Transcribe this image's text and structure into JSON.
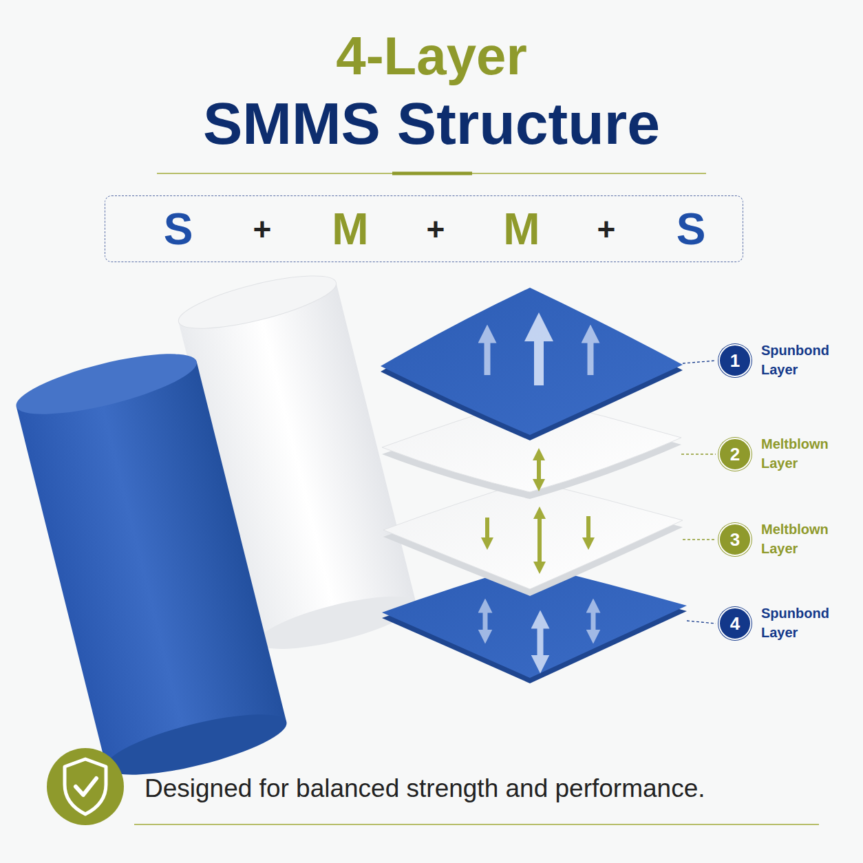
{
  "diagram": {
    "title": "4-Layer",
    "caption": "Designed for balanced strength and performance.",
    "nodes": [
      {
        "text": [
          "S",
          "+",
          "M",
          "+",
          "M",
          "+",
          "S"
        ]
      },
      {
        "text": [
          "1",
          "Spunbond Layer"
        ]
      },
      {
        "text": [
          "2",
          "Meltblown Layer"
        ]
      },
      {
        "text": [
          "3",
          "Meltblown Layer"
        ]
      },
      {
        "text": [
          "4",
          "Spunbond Layer"
        ]
      }
    ],
    "labels": [
      "SMMS Structure"
    ]
  }
}
